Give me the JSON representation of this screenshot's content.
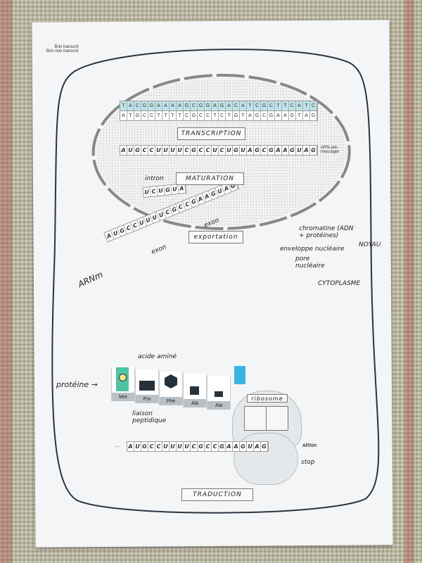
{
  "legend": {
    "coding": "Brin transcrit",
    "noncoding": "Brin non transcrit"
  },
  "dna": {
    "template": [
      "T",
      "A",
      "C",
      "G",
      "G",
      "A",
      "A",
      "A",
      "A",
      "G",
      "C",
      "G",
      "G",
      "A",
      "G",
      "A",
      "C",
      "A",
      "T",
      "C",
      "G",
      "C",
      "T",
      "T",
      "C",
      "A",
      "T",
      "C"
    ],
    "coding": [
      "A",
      "T",
      "G",
      "C",
      "C",
      "T",
      "T",
      "T",
      "T",
      "C",
      "G",
      "C",
      "C",
      "T",
      "C",
      "T",
      "G",
      "T",
      "A",
      "G",
      "C",
      "G",
      "A",
      "A",
      "G",
      "T",
      "A",
      "G"
    ]
  },
  "steps": {
    "transcription": "TRANSCRIPTION",
    "maturation": "MATURATION",
    "exportation": "exportation",
    "traduction": "TRADUCTION"
  },
  "pre_mrna": {
    "bases": [
      "A",
      "U",
      "G",
      "C",
      "C",
      "U",
      "U",
      "U",
      "U",
      "C",
      "G",
      "C",
      "C",
      "U",
      "C",
      "U",
      "G",
      "U",
      "A",
      "G",
      "C",
      "G",
      "A",
      "A",
      "G",
      "U",
      "A",
      "G"
    ],
    "label": "ARN pré-messager"
  },
  "intron": {
    "label": "intron",
    "bases": [
      "U",
      "C",
      "U",
      "G",
      "U",
      "A"
    ]
  },
  "mature_mrna": {
    "bases": [
      "A",
      "U",
      "G",
      "C",
      "C",
      "U",
      "U",
      "U",
      "U",
      "C",
      "G",
      "C",
      "C",
      "G",
      "A",
      "A",
      "G",
      "U",
      "A",
      "G"
    ],
    "label": "ARNm",
    "exon1": "exon",
    "exon2": "exon"
  },
  "annotations": {
    "chromatine": "chromatine (ADN + protéines)",
    "enveloppe": "enveloppe nucléaire",
    "pore": "pore nucléaire",
    "noyau": "NOYAU",
    "cytoplasme": "CYTOPLASME",
    "acide_amine": "acide aminé",
    "liaison": "liaison peptidique",
    "proteine": "protéine →",
    "ribosome": "ribosome",
    "stop": "stop"
  },
  "protein": {
    "amino_acids": [
      "Met",
      "Pro",
      "Phé",
      "Ala",
      "Ala"
    ]
  },
  "translation_mrna": {
    "bases": [
      "A",
      "U",
      "G",
      "C",
      "C",
      "U",
      "U",
      "U",
      "U",
      "C",
      "G",
      "C",
      "C",
      "G",
      "A",
      "A",
      "G",
      "U",
      "A",
      "G"
    ],
    "start_end": "...",
    "label": "ARNm"
  },
  "colors": {
    "teal": "#4fc2a3",
    "cyan": "#39b4e0",
    "dark": "#27313a",
    "dna_blue": "#bfe3ea"
  }
}
